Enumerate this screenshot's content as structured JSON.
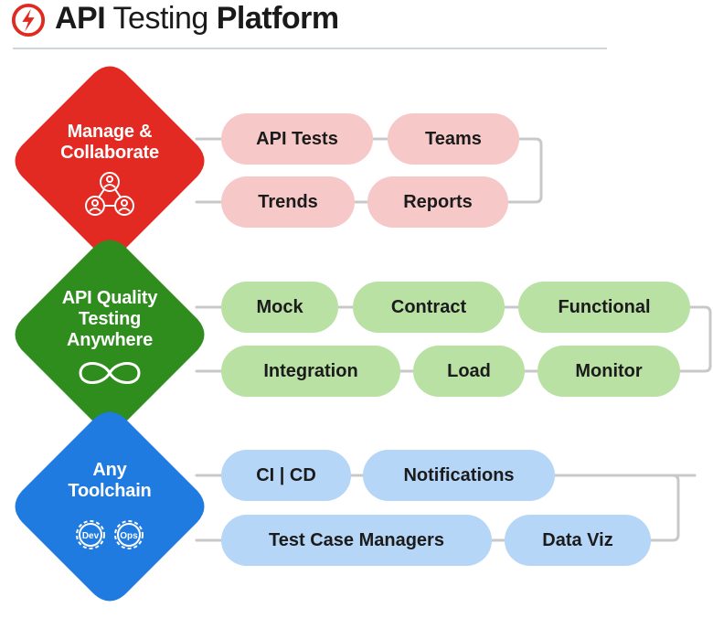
{
  "header": {
    "title_bold_1": "API",
    "title_light": "Testing",
    "title_bold_2": "Platform",
    "logo_icon": "lightning-circle-icon",
    "brand_color": "#e0291f"
  },
  "sections": [
    {
      "title_line1": "Manage &",
      "title_line2": "Collaborate",
      "title_line3": "",
      "icon": "people-network-icon",
      "color": "#e32a22",
      "pill_color": "#f6c9c8",
      "items": [
        "API Tests",
        "Teams",
        "Trends",
        "Reports"
      ]
    },
    {
      "title_line1": "API Quality",
      "title_line2": "Testing",
      "title_line3": "Anywhere",
      "icon": "infinity-icon",
      "color": "#2f8d1e",
      "pill_color": "#b9e1a4",
      "items": [
        "Mock",
        "Contract",
        "Functional",
        "Integration",
        "Load",
        "Monitor"
      ]
    },
    {
      "title_line1": "Any",
      "title_line2": "Toolchain",
      "title_line3": "",
      "icon": "devops-gears-icon",
      "icon_text_1": "Dev",
      "icon_text_2": "Ops",
      "color": "#1f7be0",
      "pill_color": "#b5d6f6",
      "items": [
        "CI | CD",
        "Notifications",
        "Test Case Managers",
        "Data Viz"
      ]
    }
  ]
}
